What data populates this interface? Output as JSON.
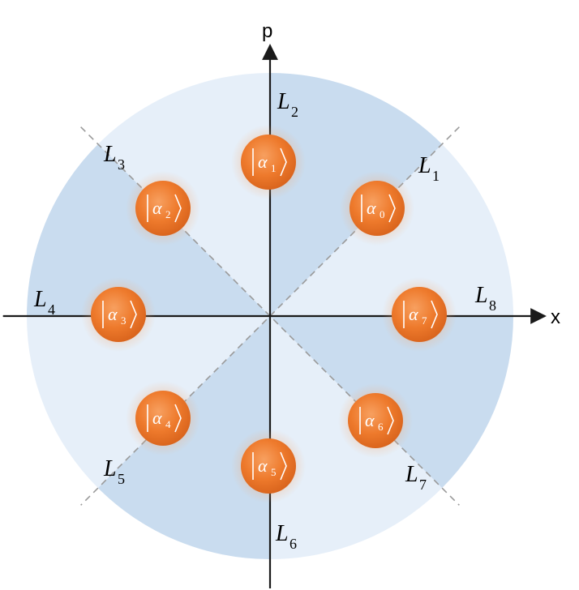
{
  "axes": {
    "x_label": "x",
    "p_label": "p"
  },
  "sectors": [
    {
      "id": "L1",
      "main": "L",
      "sub": "1",
      "shade": "light"
    },
    {
      "id": "L2",
      "main": "L",
      "sub": "2",
      "shade": "dark"
    },
    {
      "id": "L3",
      "main": "L",
      "sub": "3",
      "shade": "light"
    },
    {
      "id": "L4",
      "main": "L",
      "sub": "4",
      "shade": "dark"
    },
    {
      "id": "L5",
      "main": "L",
      "sub": "5",
      "shade": "light"
    },
    {
      "id": "L6",
      "main": "L",
      "sub": "6",
      "shade": "dark"
    },
    {
      "id": "L7",
      "main": "L",
      "sub": "7",
      "shade": "light"
    },
    {
      "id": "L8",
      "main": "L",
      "sub": "8",
      "shade": "dark"
    }
  ],
  "states": [
    {
      "symbol": "α",
      "sub": "0"
    },
    {
      "symbol": "α",
      "sub": "1"
    },
    {
      "symbol": "α",
      "sub": "2"
    },
    {
      "symbol": "α",
      "sub": "3"
    },
    {
      "symbol": "α",
      "sub": "4"
    },
    {
      "symbol": "α",
      "sub": "5"
    },
    {
      "symbol": "α",
      "sub": "6"
    },
    {
      "symbol": "α",
      "sub": "7"
    }
  ],
  "colors": {
    "sector_light": "#e6eff9",
    "sector_dark": "#c9dcef",
    "divider": "#9a9a9a",
    "axis": "#1a1a1a",
    "state_fill": "#ef7b2d",
    "state_glow": "#f6a86c",
    "state_text": "#ffffff"
  }
}
